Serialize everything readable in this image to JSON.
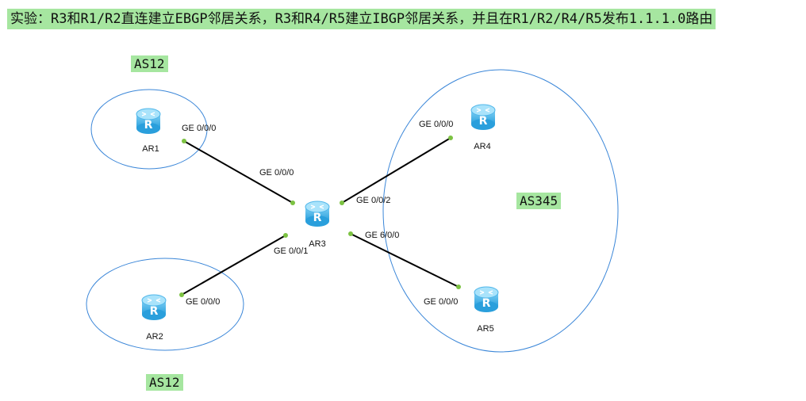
{
  "title": "实验：R3和R1/R2直连建立EBGP邻居关系，R3和R4/R5建立IBGP邻居关系，并且在R1/R2/R4/R5发布1.1.1.0路由",
  "as_labels": {
    "as_top": "AS12",
    "as_bottom": "AS12",
    "as_right": "AS345"
  },
  "routers": {
    "ar1": "AR1",
    "ar2": "AR2",
    "ar3": "AR3",
    "ar4": "AR4",
    "ar5": "AR5"
  },
  "ports": {
    "ar1_ge": "GE 0/0/0",
    "ar3_to_ar1": "GE 0/0/0",
    "ar3_to_ar4": "GE 0/0/2",
    "ar3_to_ar5": "GE 6/0/0",
    "ar3_to_ar2": "GE 0/0/1",
    "ar2_ge": "GE 0/0/0",
    "ar4_ge": "GE 0/0/0",
    "ar5_ge": "GE 0/0/0"
  },
  "colors": {
    "label_bg": "#a6e6a0",
    "ellipse": "#3a86d8",
    "port_dot": "#7cc242",
    "router_body": "#4fb6ea"
  },
  "icons": {
    "router": "router-icon"
  }
}
